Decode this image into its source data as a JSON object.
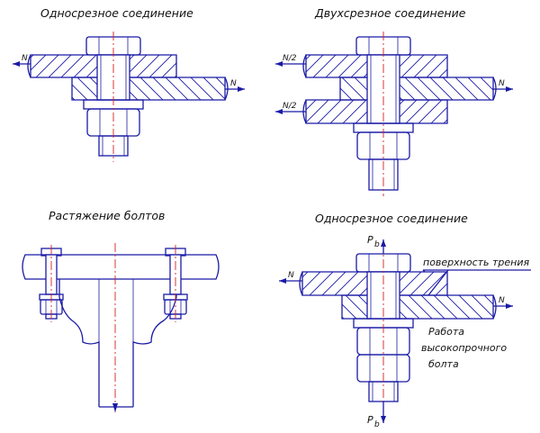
{
  "titles": {
    "single_shear_top": "Односрезное соединение",
    "double_shear": "Двухсрезное соединение",
    "bolt_tension": "Растяжение болтов",
    "single_shear_friction": "Односрезное соединение"
  },
  "force_labels": {
    "n": "N",
    "n_half": "N/2",
    "p": "P",
    "p_sub": "b"
  },
  "annotations": {
    "friction_surface": "поверхность трения",
    "hs_line1": "Работа",
    "hs_line2": "высокопрочного",
    "hs_line3": "болта"
  },
  "colors": {
    "lines": "#1a1aa6",
    "axis": "#d42020",
    "text": "#111111"
  }
}
